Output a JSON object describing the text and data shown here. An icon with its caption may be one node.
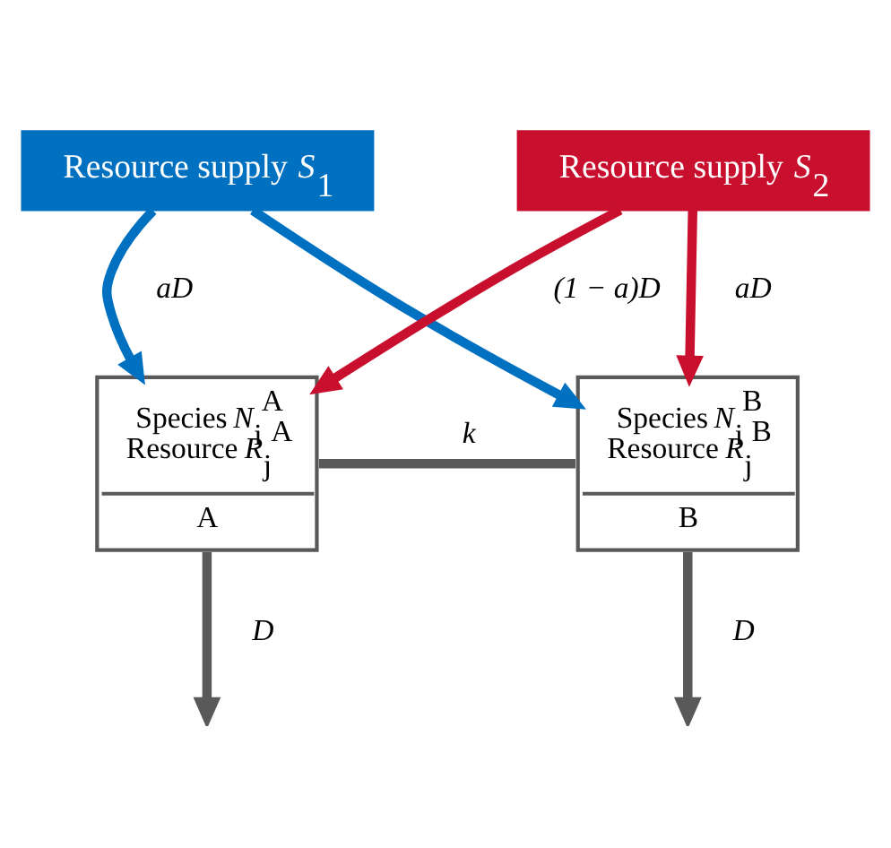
{
  "diagram": {
    "nodes": [
      {
        "text": [
          "Resource supply *S*$_{1}$"
        ]
      },
      {
        "text": [
          "Resource supply *S*$_{2}$"
        ]
      },
      {
        "text": [
          "Species *N*$_{i}$$^{A}$",
          "Resource *R*$_{j}$$^{A}$",
          "A"
        ]
      },
      {
        "text": [
          "Species *N*$_{i}$$^{B}$",
          "Resource *R*$_{j}$$^{B}$",
          "B"
        ]
      }
    ],
    "edges": [
      {
        "from": 0,
        "to": 2,
        "arrow": "to",
        "label": "aD",
        "color": "#0070c0"
      },
      {
        "from": 0,
        "to": 3,
        "arrow": "to",
        "color": "#0070c0"
      },
      {
        "from": 1,
        "to": 2,
        "arrow": "to",
        "label": "(1 − a)D",
        "color": "#c8102e"
      },
      {
        "from": 1,
        "to": 3,
        "arrow": "to",
        "label": "aD",
        "color": "#c8102e"
      },
      {
        "from": 2,
        "to": 3,
        "arrow": "none",
        "label": "k"
      },
      {
        "from": 2,
        "to": null,
        "arrow": "to",
        "label": "D"
      },
      {
        "from": 3,
        "to": null,
        "arrow": "to",
        "label": "D"
      }
    ]
  }
}
